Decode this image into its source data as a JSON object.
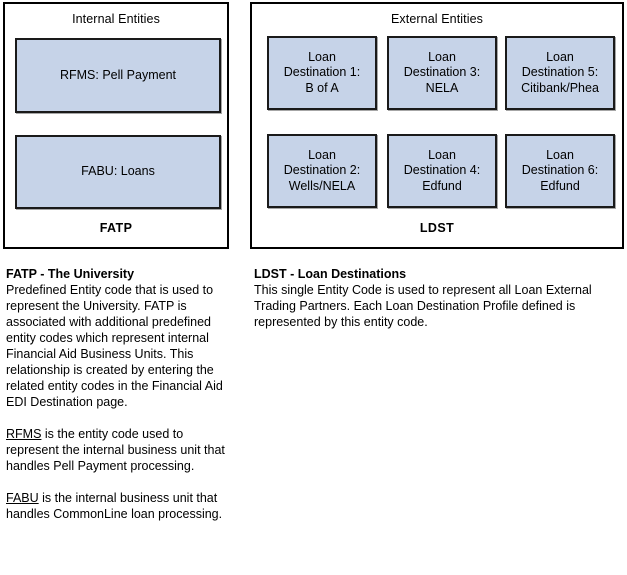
{
  "colors": {
    "entity_fill": "#c6d3e8",
    "entity_border": "#1a1a1a",
    "panel_border": "#000000",
    "background": "#ffffff",
    "text": "#000000"
  },
  "panels": {
    "internal": {
      "title": "Internal Entities",
      "code": "FATP",
      "boxes": [
        {
          "id": "rfms",
          "label": "RFMS: Pell Payment"
        },
        {
          "id": "fabu",
          "label": "FABU: Loans"
        }
      ]
    },
    "external": {
      "title": "External Entities",
      "code": "LDST",
      "boxes": [
        {
          "id": "dest1",
          "label": "Loan\nDestination 1:\nB of A"
        },
        {
          "id": "dest3",
          "label": "Loan\nDestination 3:\nNELA"
        },
        {
          "id": "dest5",
          "label": "Loan\nDestination 5:\nCitibank/Phea"
        },
        {
          "id": "dest2",
          "label": "Loan\nDestination 2:\nWells/NELA"
        },
        {
          "id": "dest4",
          "label": "Loan\nDestination 4:\nEdfund"
        },
        {
          "id": "dest6",
          "label": "Loan\nDestination 6:\nEdfund"
        }
      ]
    }
  },
  "descriptions": {
    "fatp": {
      "heading": "FATP - The University",
      "body": "Predefined Entity code that is used to represent the University. FATP is associated with additional predefined entity codes which represent internal Financial Aid Business Units. This relationship is created by entering the related entity codes in the Financial Aid EDI Destination page.",
      "rfms_term": "RFMS",
      "rfms_body": " is the entity code used to represent the internal business unit that handles Pell Payment processing.",
      "fabu_term": "FABU",
      "fabu_body": " is the internal business unit that handles CommonLine loan processing."
    },
    "ldst": {
      "heading": "LDST - Loan Destinations",
      "body": "This single Entity Code is used to represent all Loan External Trading Partners. Each Loan Destination Profile defined is represented by this entity code."
    }
  }
}
